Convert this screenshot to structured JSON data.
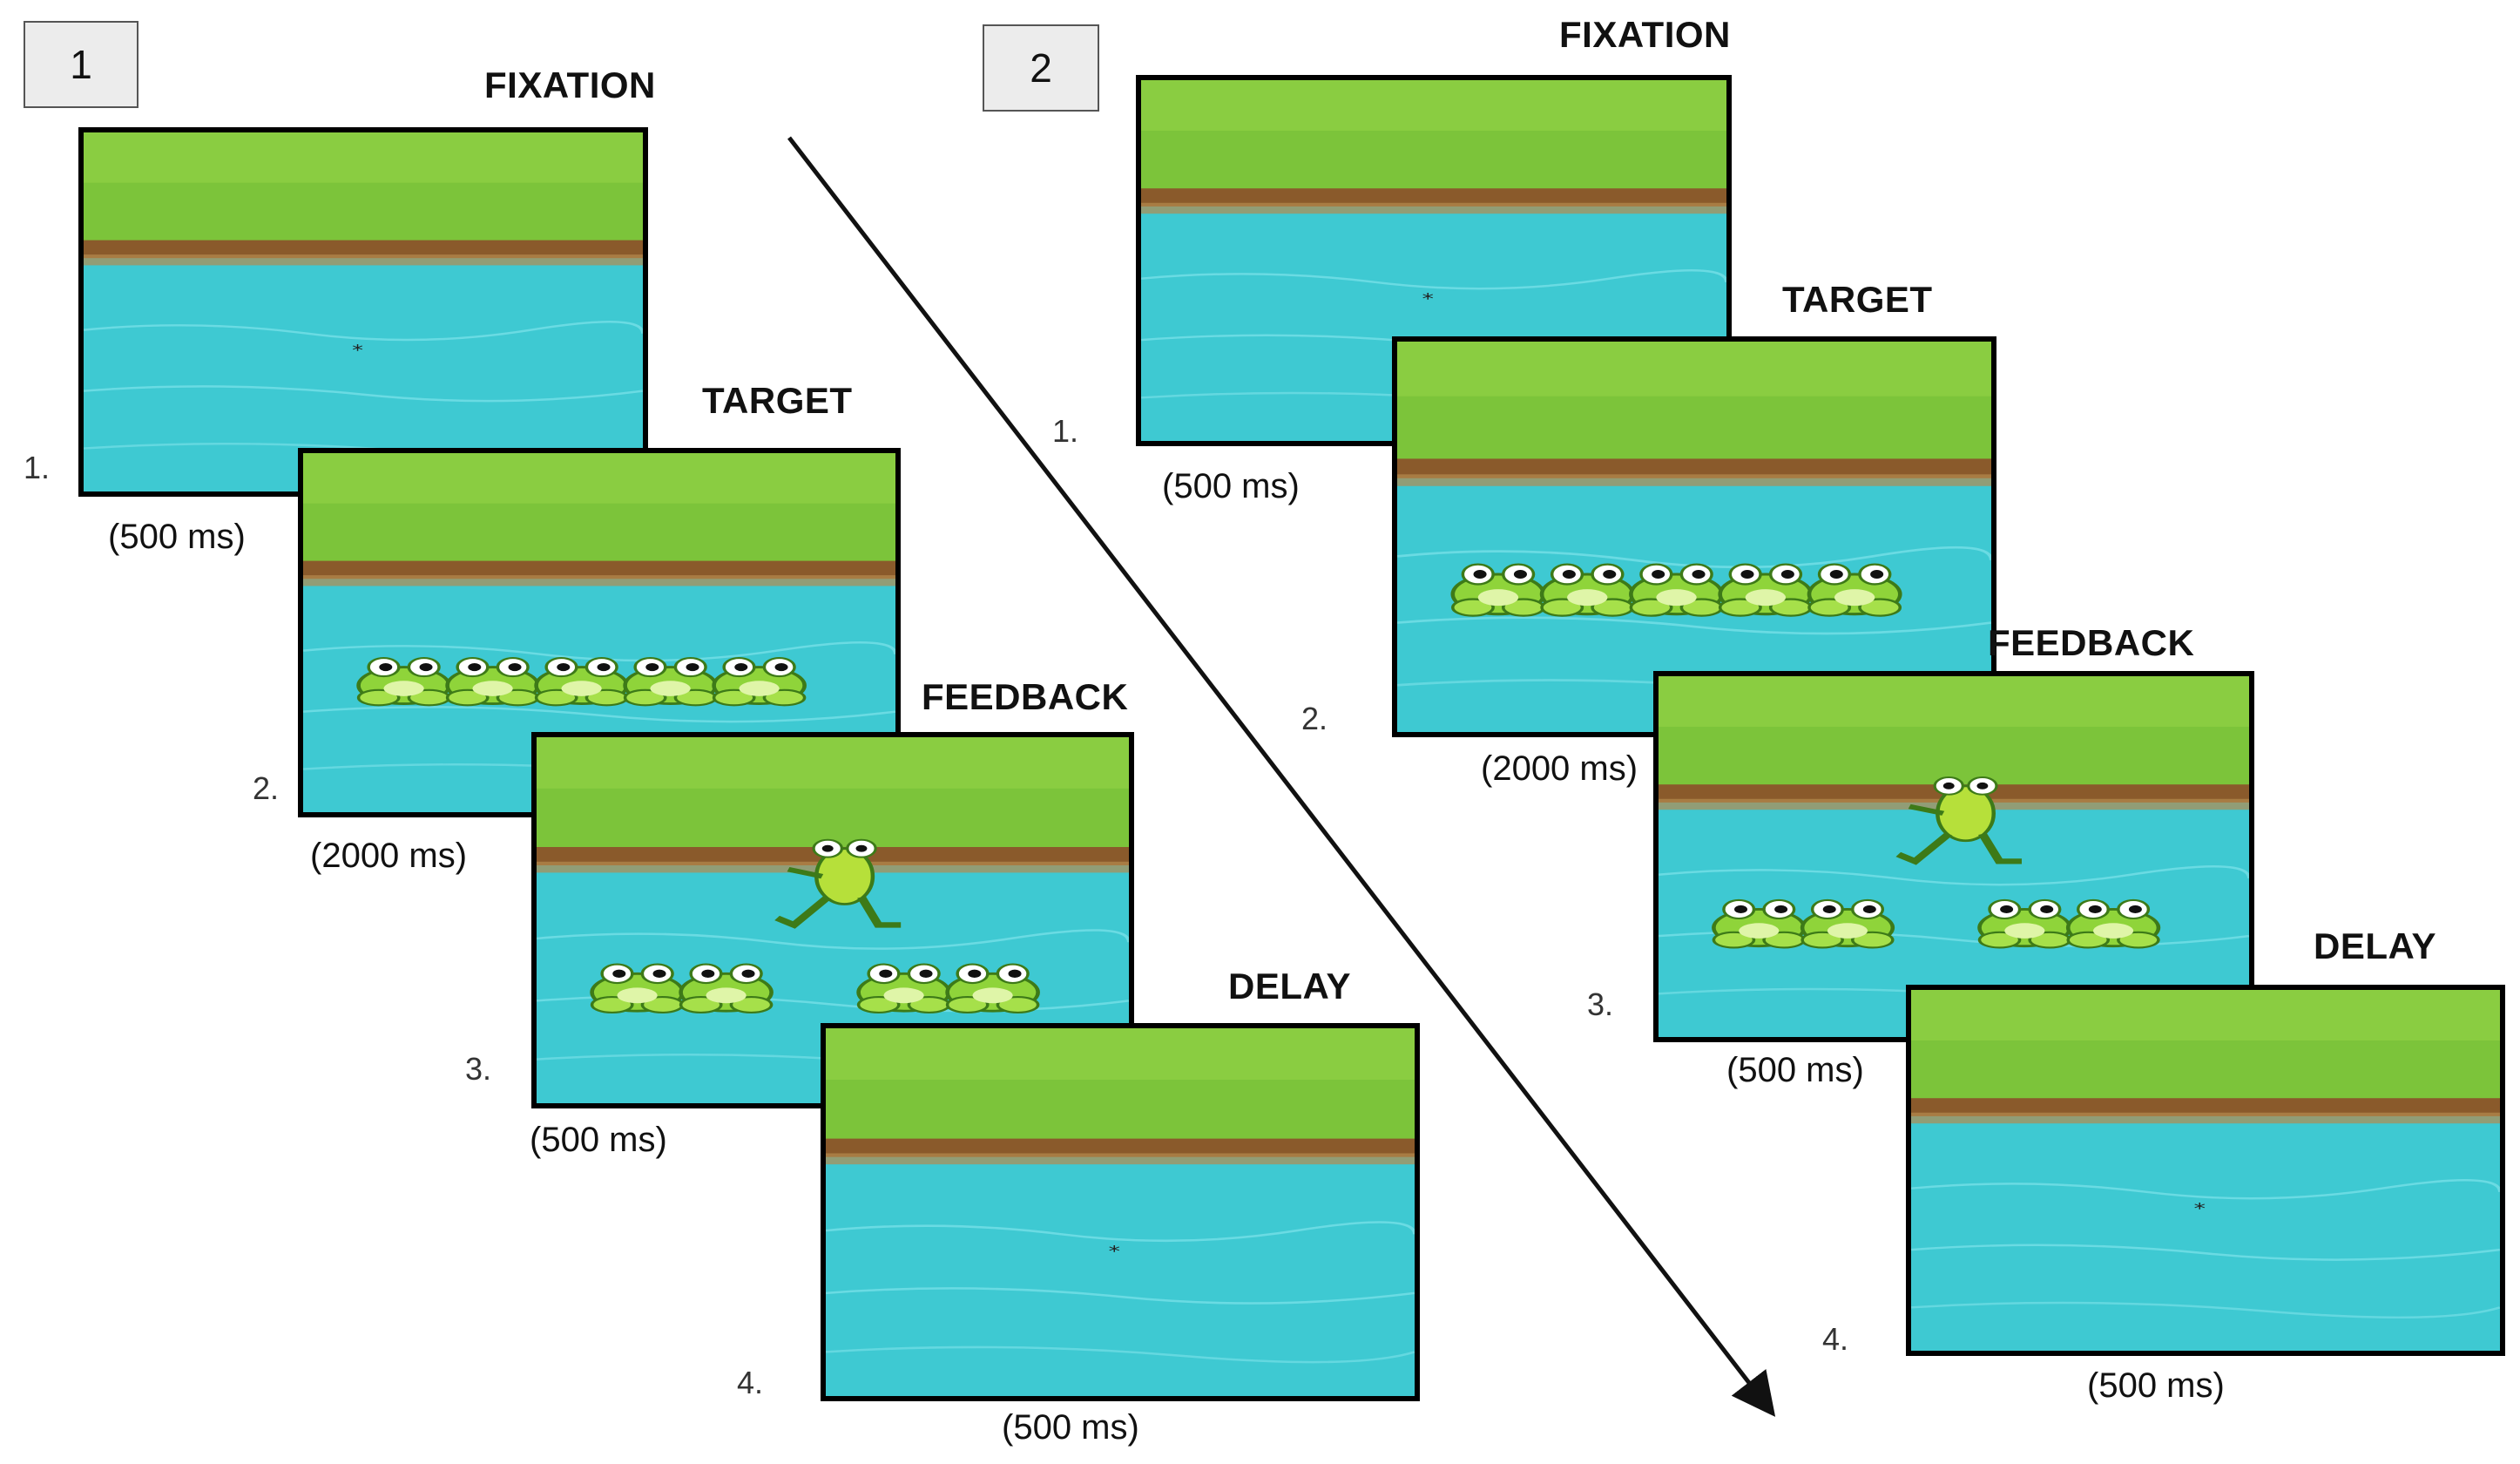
{
  "panels": [
    {
      "number": "1",
      "screens": [
        {
          "label": "FIXATION",
          "step": "1.",
          "duration": "(500 ms)",
          "content": "fixation",
          "frogs": 0
        },
        {
          "label": "TARGET",
          "step": "2.",
          "duration": "(2000 ms)",
          "content": "frogs",
          "frogs": 5
        },
        {
          "label": "FEEDBACK",
          "step": "3.",
          "duration": "(500 ms)",
          "content": "feedback",
          "frogs": 4
        },
        {
          "label": "DELAY",
          "step": "4.",
          "duration": "(500 ms)",
          "content": "fixation",
          "frogs": 0
        }
      ]
    },
    {
      "number": "2",
      "screens": [
        {
          "label": "FIXATION",
          "step": "1.",
          "duration": "(500 ms)",
          "content": "fixation",
          "frogs": 0
        },
        {
          "label": "TARGET",
          "step": "2.",
          "duration": "(2000 ms)",
          "content": "frogs",
          "frogs": 5
        },
        {
          "label": "FEEDBACK",
          "step": "3.",
          "duration": "(500 ms)",
          "content": "feedback",
          "frogs": 4
        },
        {
          "label": "DELAY",
          "step": "4.",
          "duration": "(500 ms)",
          "content": "fixation",
          "frogs": 0
        }
      ]
    }
  ],
  "colors": {
    "grass": "#7cc43a",
    "bank": "#8a5a2b",
    "water": "#39c6cf",
    "frog": "#8fd43a"
  }
}
